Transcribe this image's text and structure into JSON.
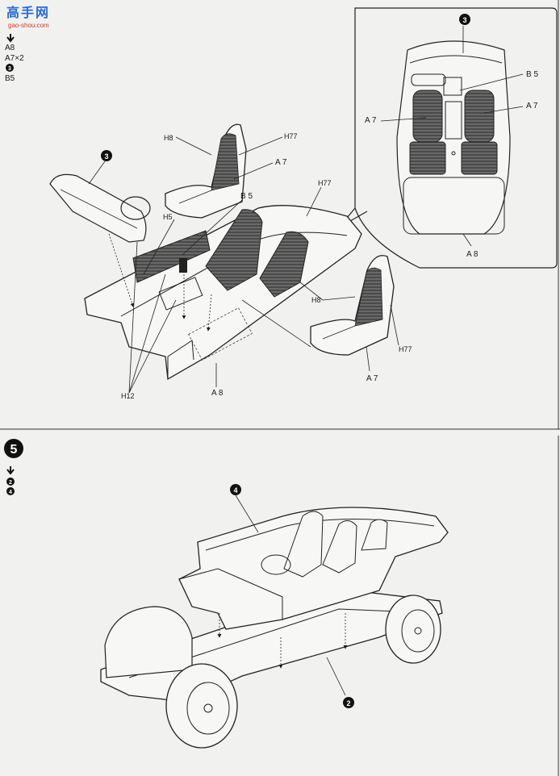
{
  "watermark": {
    "chars": "高手网",
    "url": "gao-shou.com"
  },
  "step4": {
    "side_list": [
      "A8",
      "A7×2",
      "3",
      "B5"
    ],
    "labels": {
      "h8_top": "H8",
      "h77_top": "H77",
      "a7_top": "A 7",
      "b5_mid": "B 5",
      "h77_right": "H77",
      "h5": "H5",
      "h8_right": "H8",
      "h77_lower_right": "H77",
      "a7_lower_right": "A 7",
      "h12": "H12",
      "a8_bottom": "A 8",
      "callout_3": "3"
    },
    "inset": {
      "callout_3": "3",
      "b5": "B 5",
      "a7_left": "A 7",
      "a7_right": "A 7",
      "a8": "A 8"
    }
  },
  "step5": {
    "step_number": "5",
    "side_list": [
      "2",
      "4"
    ],
    "callout_top": "4",
    "callout_bottom": "2"
  }
}
